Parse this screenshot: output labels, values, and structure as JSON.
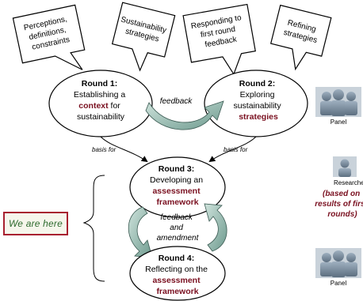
{
  "notes": {
    "n1": [
      "Perceptions,",
      "definitions,",
      "constraints"
    ],
    "n2": [
      "Sustainability",
      "strategies"
    ],
    "n3": [
      "Responding to",
      "first round",
      "feedback"
    ],
    "n4": [
      "Refining",
      "strategies"
    ]
  },
  "round1": {
    "title": "Round 1:",
    "l1": "Establishing a",
    "key": "context",
    "l2_tail": " for",
    "l3": "sustainability"
  },
  "round2": {
    "title": "Round 2:",
    "l1": "Exploring",
    "l2": "sustainability",
    "key": "strategies"
  },
  "round3": {
    "title": "Round 3:",
    "l1": "Developing an",
    "key1": "assessment",
    "key2": "framework"
  },
  "round4": {
    "title": "Round 4:",
    "l1": "Reflecting on the",
    "key1": "assessment",
    "key2": "framework"
  },
  "labels": {
    "feedback_top": "feedback",
    "basis_left": "basis for",
    "basis_right": "basis for",
    "feedback_mid": "feedback",
    "and": "and",
    "amendment": "amendment"
  },
  "side": {
    "panel_top": "Panel",
    "researcher": "Researche",
    "researcher_note": [
      "(based on",
      "results of first",
      "rounds)"
    ],
    "panel_bottom": "Panel"
  },
  "we_are_here": "We are here",
  "colors": {
    "accent": "#7a1020",
    "arrow_fill": "#8fb3a8",
    "here_text": "#2d6a2d",
    "here_border": "#a82030"
  }
}
